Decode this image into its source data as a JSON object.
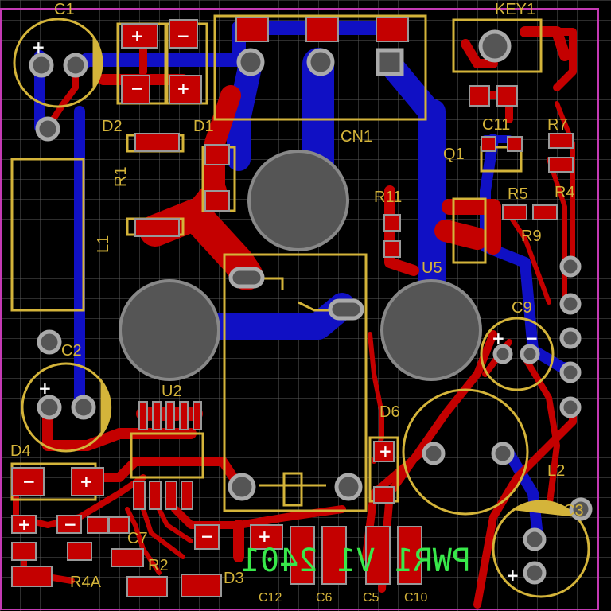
{
  "board": {
    "colors": {
      "background": "#000000",
      "grid": "#5a5a5a",
      "outline": "#c43ab4",
      "top_copper": "#c40000",
      "bottom_copper": "#1010c4",
      "silkscreen": "#d4b43a",
      "pad": "#888888",
      "mirrored_text": "#38e84a"
    },
    "designators": {
      "c1": "C1",
      "key1": "KEY1",
      "d2": "D2",
      "d1": "D1",
      "cn1": "CN1",
      "c11": "C11",
      "r7": "R7",
      "q1": "Q1",
      "r1": "R1",
      "r5": "R5",
      "r4": "R4",
      "r11": "R11",
      "l1": "L1",
      "r9": "R9",
      "u5": "U5",
      "c9": "C9",
      "c2": "C2",
      "u2": "U2",
      "d6": "D6",
      "d4": "D4",
      "l2": "L2",
      "c3": "C3",
      "c7": "C7",
      "r2": "R2",
      "r4a": "R4A",
      "d3": "D3",
      "c12": "C12",
      "c6": "C6",
      "c5": "C5",
      "c10": "C10"
    },
    "marks": {
      "plus": "+",
      "minus": "−"
    },
    "mirrored_text": "PWR1 V1 2401"
  }
}
